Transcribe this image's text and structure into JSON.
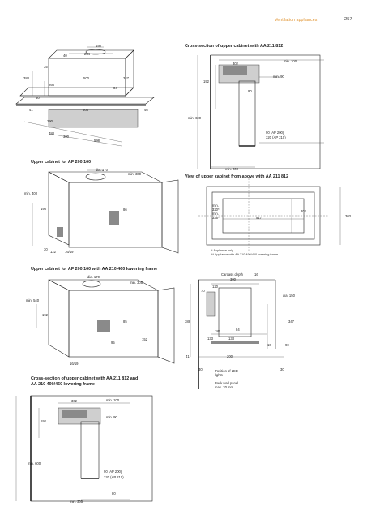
{
  "header": {
    "section": "Ventilation appliances",
    "page_number": "257"
  },
  "captions": {
    "c1": "Cross-section of upper cabinet with AA 211 812",
    "c2": "Upper cabinet for AF 200 160",
    "c3": "View of upper cabinet from above with AA 211 812",
    "c4": "Upper cabinet for AF 200 160 with AA 210 460 lowering frame",
    "c5_l1": "Cross-section of upper cabinet with AA 211 812 and",
    "c5_l2": "AA 210 490/460 lowering frame"
  },
  "footnotes": {
    "f1": "*  Appliance only",
    "f2": "** Appliance with AA 210 490/460 lowering frame"
  },
  "labels": {
    "position_led_l1": "Position of LED",
    "position_led_l2": "lights",
    "back_wall_l1": "Back wall panel",
    "back_wall_l2": "max. 20 mm",
    "carcass_depth": "Carcass depth"
  },
  "dims": {
    "d150": "150",
    "d254": "254",
    "d40": "40",
    "d35": "35",
    "d500": "500",
    "d347": "347",
    "d388": "388",
    "d266": "266",
    "d84": "84",
    "d30": "30",
    "d41": "41",
    "d504": "504",
    "d46": "46",
    "d290": "290",
    "d488": "488",
    "d300": "300",
    "d598": "598",
    "s1_302": "302",
    "s1_min100": "min. 100",
    "s1_min90": "min. 90",
    "s1_192": "192",
    "s1_90": "90",
    "s1_min600": "min. 600",
    "s1_90ap": "90 (AP 200)",
    "s1_320ap": "320 (AP 210)",
    "s1_min200": "min. 200",
    "u_dia170": "dia. 170",
    "u_min300": "min. 300",
    "u_min400": "min. 400",
    "u_195": "195",
    "u_30": "30",
    "u_122": "122",
    "u_1619": "16/19",
    "u_86": "86",
    "v_min320": "min.\n320*",
    "v_min320a": "min.",
    "v_min320b": "320*",
    "v_min336a": "min.",
    "v_min336b": "336**",
    "v_517": "517",
    "v_202": "202",
    "v_303": "303",
    "w_dia170": "dia. 170",
    "w_min305": "min. 305",
    "w_min540": "min. 540",
    "w_192": "192",
    "w_85": "85",
    "w_95": "95",
    "w_152": "152",
    "w_1619": "16/19",
    "x_16": "16",
    "x_300": "300",
    "x_120": "120",
    "x_70": "70",
    "x_dia150": "dia. 150",
    "x_388": "388",
    "x_347": "347",
    "x_182": "182",
    "x_84": "84",
    "x_133": "133",
    "x_133b": "133",
    "x_10": "10",
    "x_90": "90",
    "x_41": "41",
    "x_200": "200",
    "x_30": "30",
    "x_30b": "30",
    "y_302": "302",
    "y_min100": "min. 100",
    "y_192": "192",
    "y_min90": "min. 90",
    "y_min600": "min. 600",
    "y_90ap": "90 (AP 200)",
    "y_320ap": "320 (AP 210)",
    "y_80": "80",
    "y_min305": "min. 305"
  }
}
